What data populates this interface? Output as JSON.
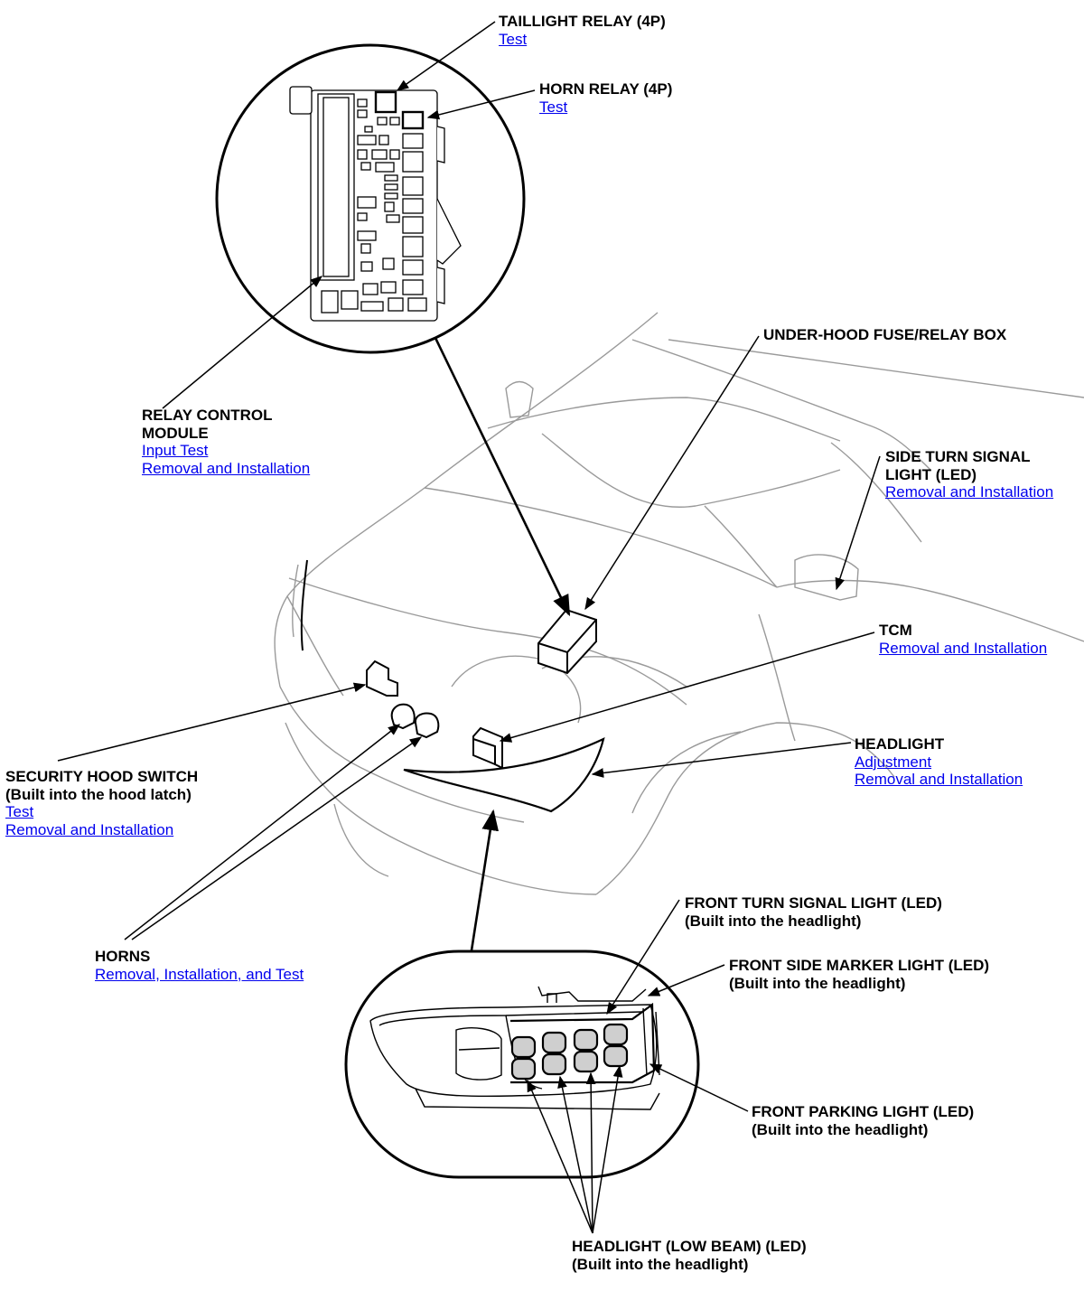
{
  "callouts": {
    "taillight_relay": {
      "title": "TAILLIGHT RELAY (4P)",
      "links": [
        "Test"
      ]
    },
    "horn_relay": {
      "title": "HORN RELAY (4P)",
      "links": [
        "Test"
      ]
    },
    "underhood_box": {
      "title": "UNDER-HOOD FUSE/RELAY BOX"
    },
    "relay_control_module": {
      "title_line1": "RELAY CONTROL",
      "title_line2": "MODULE",
      "links": [
        "Input Test",
        "Removal and Installation"
      ]
    },
    "side_turn_signal": {
      "title_line1": "SIDE TURN SIGNAL",
      "title_line2": "LIGHT (LED)",
      "links": [
        "Removal and Installation"
      ]
    },
    "tcm": {
      "title": "TCM",
      "links": [
        "Removal and Installation"
      ]
    },
    "headlight": {
      "title": "HEADLIGHT",
      "links": [
        "Adjustment",
        "Removal and Installation"
      ]
    },
    "security_hood_switch": {
      "title_line1": "SECURITY HOOD SWITCH",
      "title_line2": "(Built into the hood latch)",
      "links": [
        "Test",
        "Removal and Installation"
      ]
    },
    "horns": {
      "title": "HORNS",
      "links": [
        "Removal, Installation, and Test"
      ]
    },
    "front_turn_signal": {
      "title_line1": "FRONT TURN SIGNAL LIGHT (LED)",
      "title_line2": "(Built into the headlight)"
    },
    "front_side_marker": {
      "title_line1": "FRONT SIDE MARKER LIGHT (LED)",
      "title_line2": "(Built into the headlight)"
    },
    "front_parking": {
      "title_line1": "FRONT PARKING LIGHT (LED)",
      "title_line2": "(Built into the headlight)"
    },
    "headlight_low_beam": {
      "title_line1": "HEADLIGHT (LOW BEAM) (LED)",
      "title_line2": "(Built into the headlight)"
    }
  },
  "colors": {
    "link": "#0000ee",
    "line": "#000000",
    "car_outline": "#9a9a9a"
  }
}
